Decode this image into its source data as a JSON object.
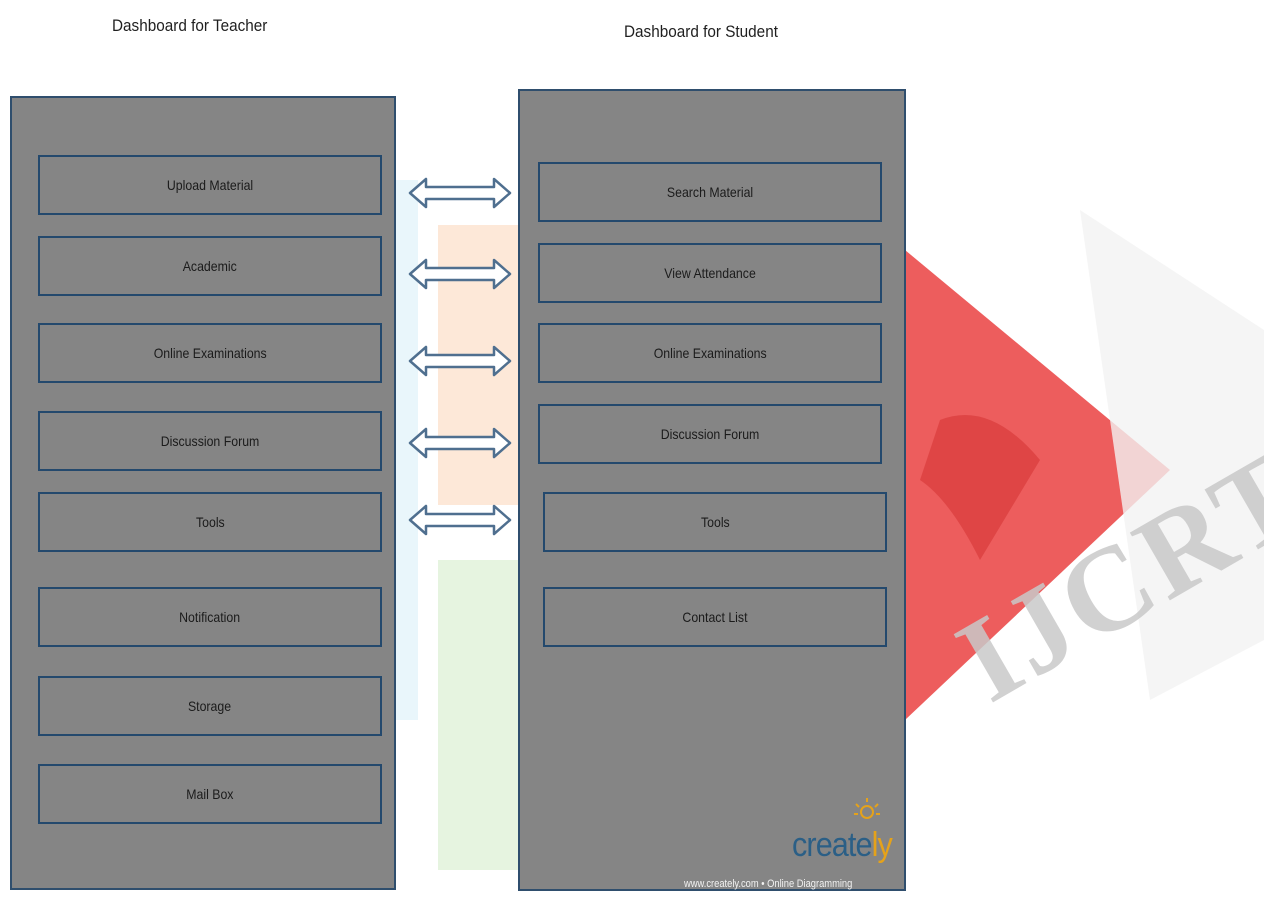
{
  "teacher": {
    "title": "Dashboard for Teacher",
    "items": [
      "Upload Material",
      "Academic",
      "Online Examinations",
      "Discussion Forum",
      "Tools",
      "Notification",
      "Storage",
      "Mail Box"
    ]
  },
  "student": {
    "title": "Dashboard for Student",
    "items": [
      "Search Material",
      "View Attendance",
      "Online Examinations",
      "Discussion Forum",
      "Tools",
      "Contact List"
    ]
  },
  "connectors": [
    "Upload Material ↔ Search Material",
    "Academic ↔ View Attendance",
    "Online Examinations ↔ Online Examinations",
    "Discussion Forum ↔ Discussion Forum",
    "Tools ↔ Tools"
  ],
  "branding": {
    "name_main": "create",
    "name_accent": "ly",
    "tagline": "www.creately.com • Online Diagramming"
  },
  "watermark": {
    "text": "IJCRT"
  },
  "colors": {
    "panel": "#858585",
    "border": "#24496d",
    "arrow": "#4f6f8f"
  }
}
